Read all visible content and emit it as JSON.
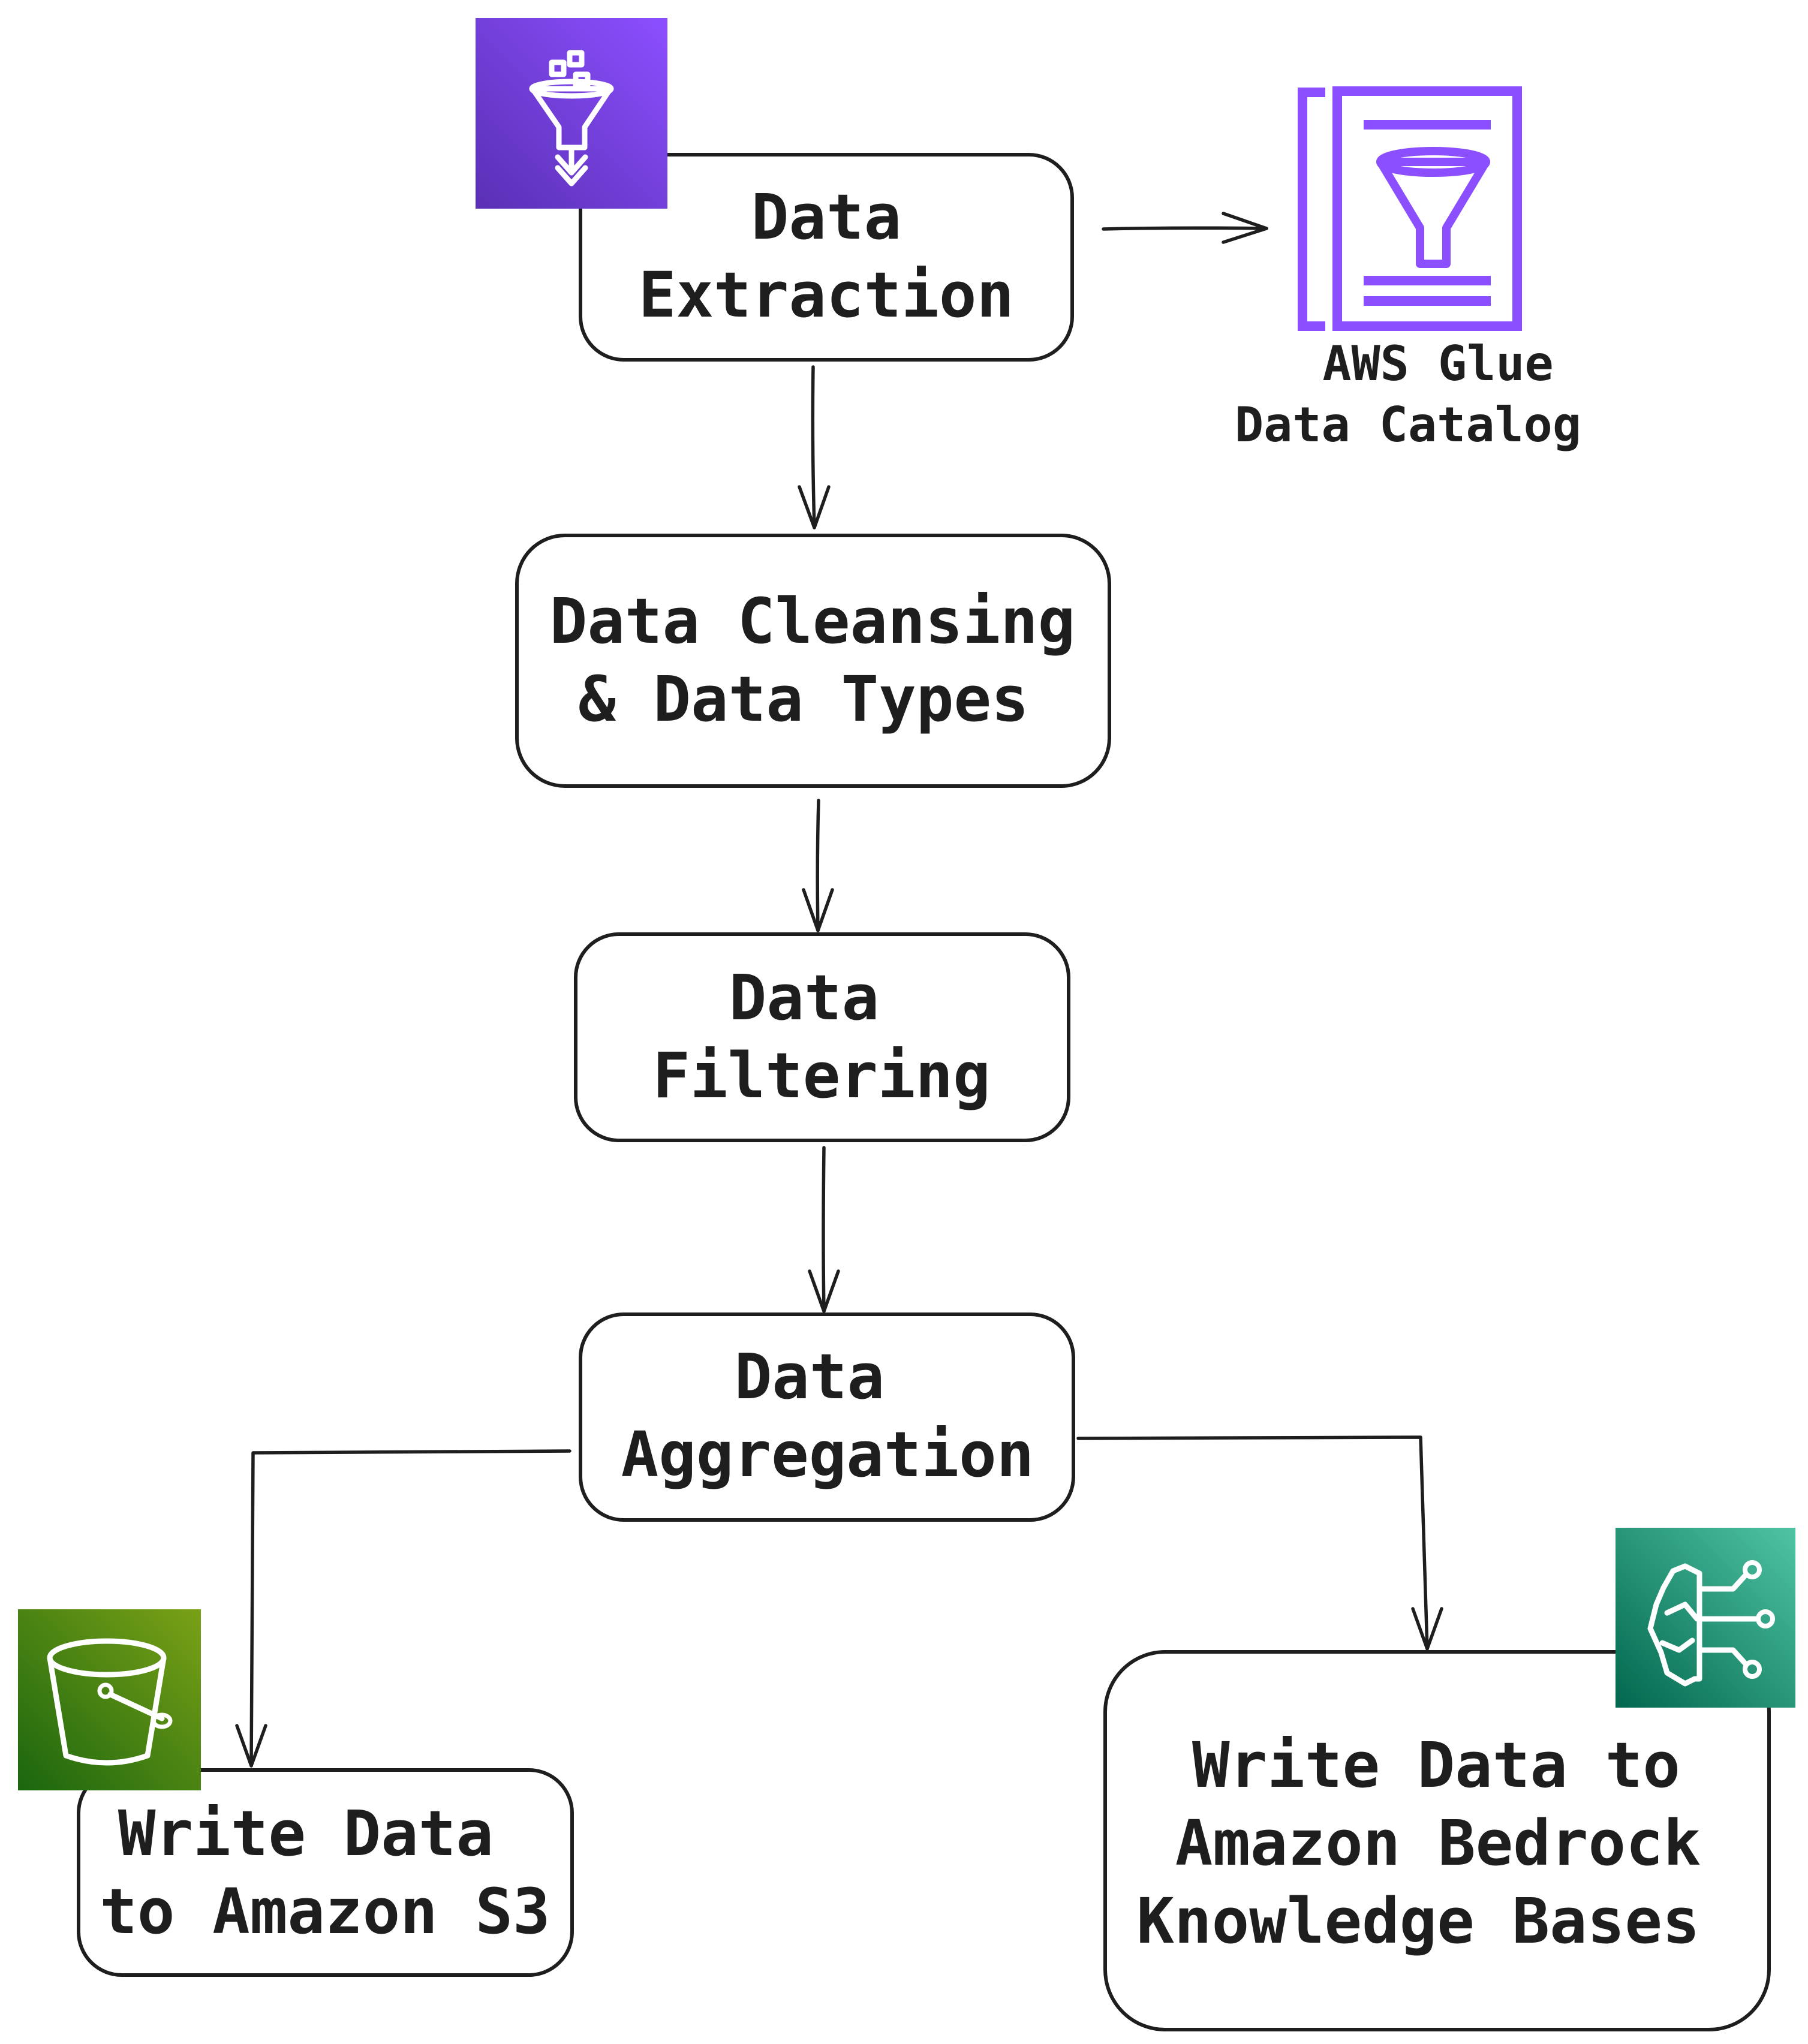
{
  "nodes": {
    "extraction": [
      "Data",
      "Extraction"
    ],
    "cleansing": [
      "Data Cleansing",
      "& Data Types"
    ],
    "filtering": [
      "Data",
      "Filtering"
    ],
    "aggregation": [
      "Data",
      "Aggregation"
    ],
    "write_s3": [
      "Write Data",
      "to Amazon S3"
    ],
    "write_bedrock": [
      "Write Data to",
      "Amazon Bedrock",
      "Knowledge Bases"
    ]
  },
  "glue_catalog_label": [
    "AWS Glue",
    "Data Catalog"
  ],
  "icons": {
    "glue": "aws-glue-icon",
    "glue_catalog": "aws-glue-data-catalog-icon",
    "s3": "amazon-s3-bucket-icon",
    "bedrock": "amazon-bedrock-icon"
  },
  "colors": {
    "glue_gradient": [
      "#8c4fff",
      "#5a30b5"
    ],
    "catalog": "#8c4fff",
    "s3_gradient": [
      "#7aa116",
      "#1b660f"
    ],
    "bedrock_gradient": [
      "#4fc4a4",
      "#02674e"
    ],
    "ink": "#1e1e1e"
  }
}
